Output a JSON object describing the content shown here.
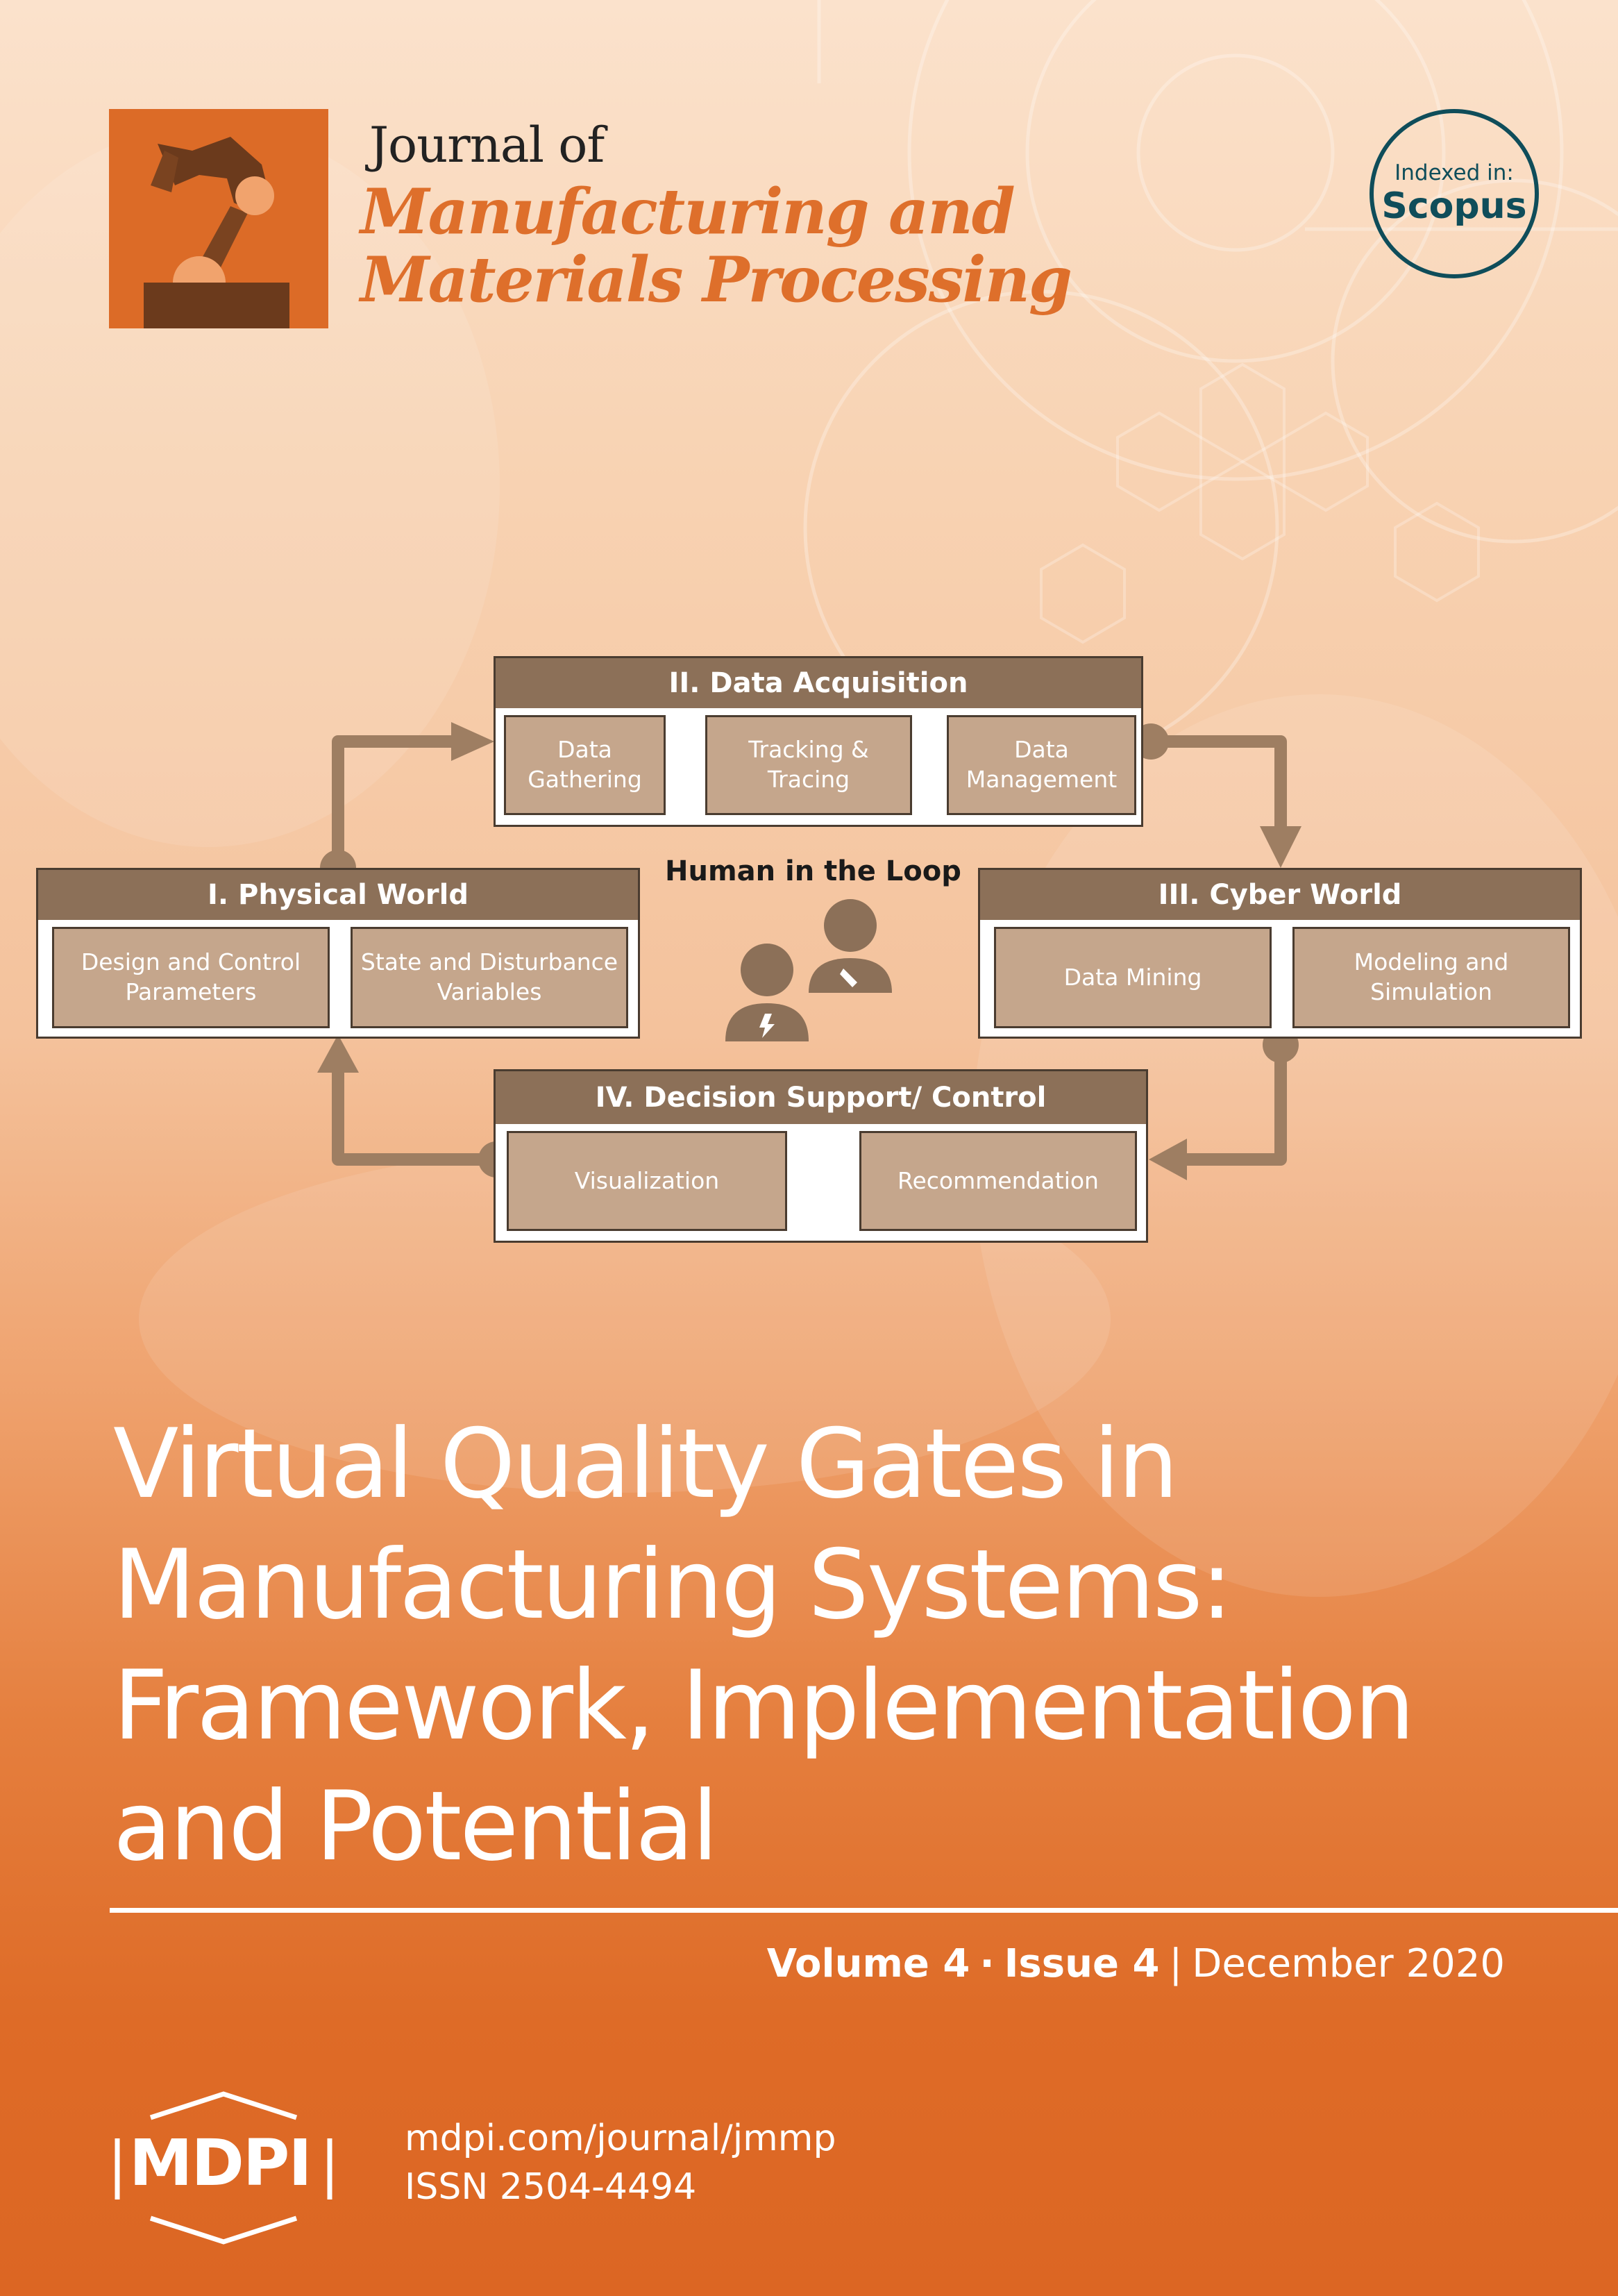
{
  "journal": {
    "prefix": "Journal of",
    "name_line_1": "Manufacturing and",
    "name_line_2": "Materials Processing"
  },
  "badge": {
    "indexed_label": "Indexed in:",
    "index_name": "Scopus"
  },
  "diagram": {
    "center_label": "Human in the Loop",
    "panels": [
      {
        "title": "I. Physical World",
        "boxes": [
          "Design and Control\nParameters",
          "State and Disturbance\nVariables"
        ]
      },
      {
        "title": "II. Data Acquisition",
        "boxes": [
          "Data\nGathering",
          "Tracking &\nTracing",
          "Data\nManagement"
        ]
      },
      {
        "title": "III. Cyber World",
        "boxes": [
          "Data Mining",
          "Modeling and\nSimulation"
        ]
      },
      {
        "title": "IV. Decision Support/ Control",
        "boxes": [
          "Visualization",
          "Recommendation"
        ]
      }
    ]
  },
  "article": {
    "title_lines": [
      "Virtual Quality Gates in",
      "Manufacturing Systems:",
      "Framework, Implementation",
      "and Potential"
    ]
  },
  "issue": {
    "volume": "Volume 4",
    "issue": "Issue 4",
    "date": "December 2020"
  },
  "publisher": {
    "name": "MDPI",
    "url": "mdpi.com/journal/jmmp",
    "issn": "ISSN 2504-4494"
  },
  "colors": {
    "accent_orange": "#dc6623",
    "diagram_brown": "#8c7058",
    "box_tan": "#c5a68c",
    "scopus_teal": "#0f4d5a"
  }
}
